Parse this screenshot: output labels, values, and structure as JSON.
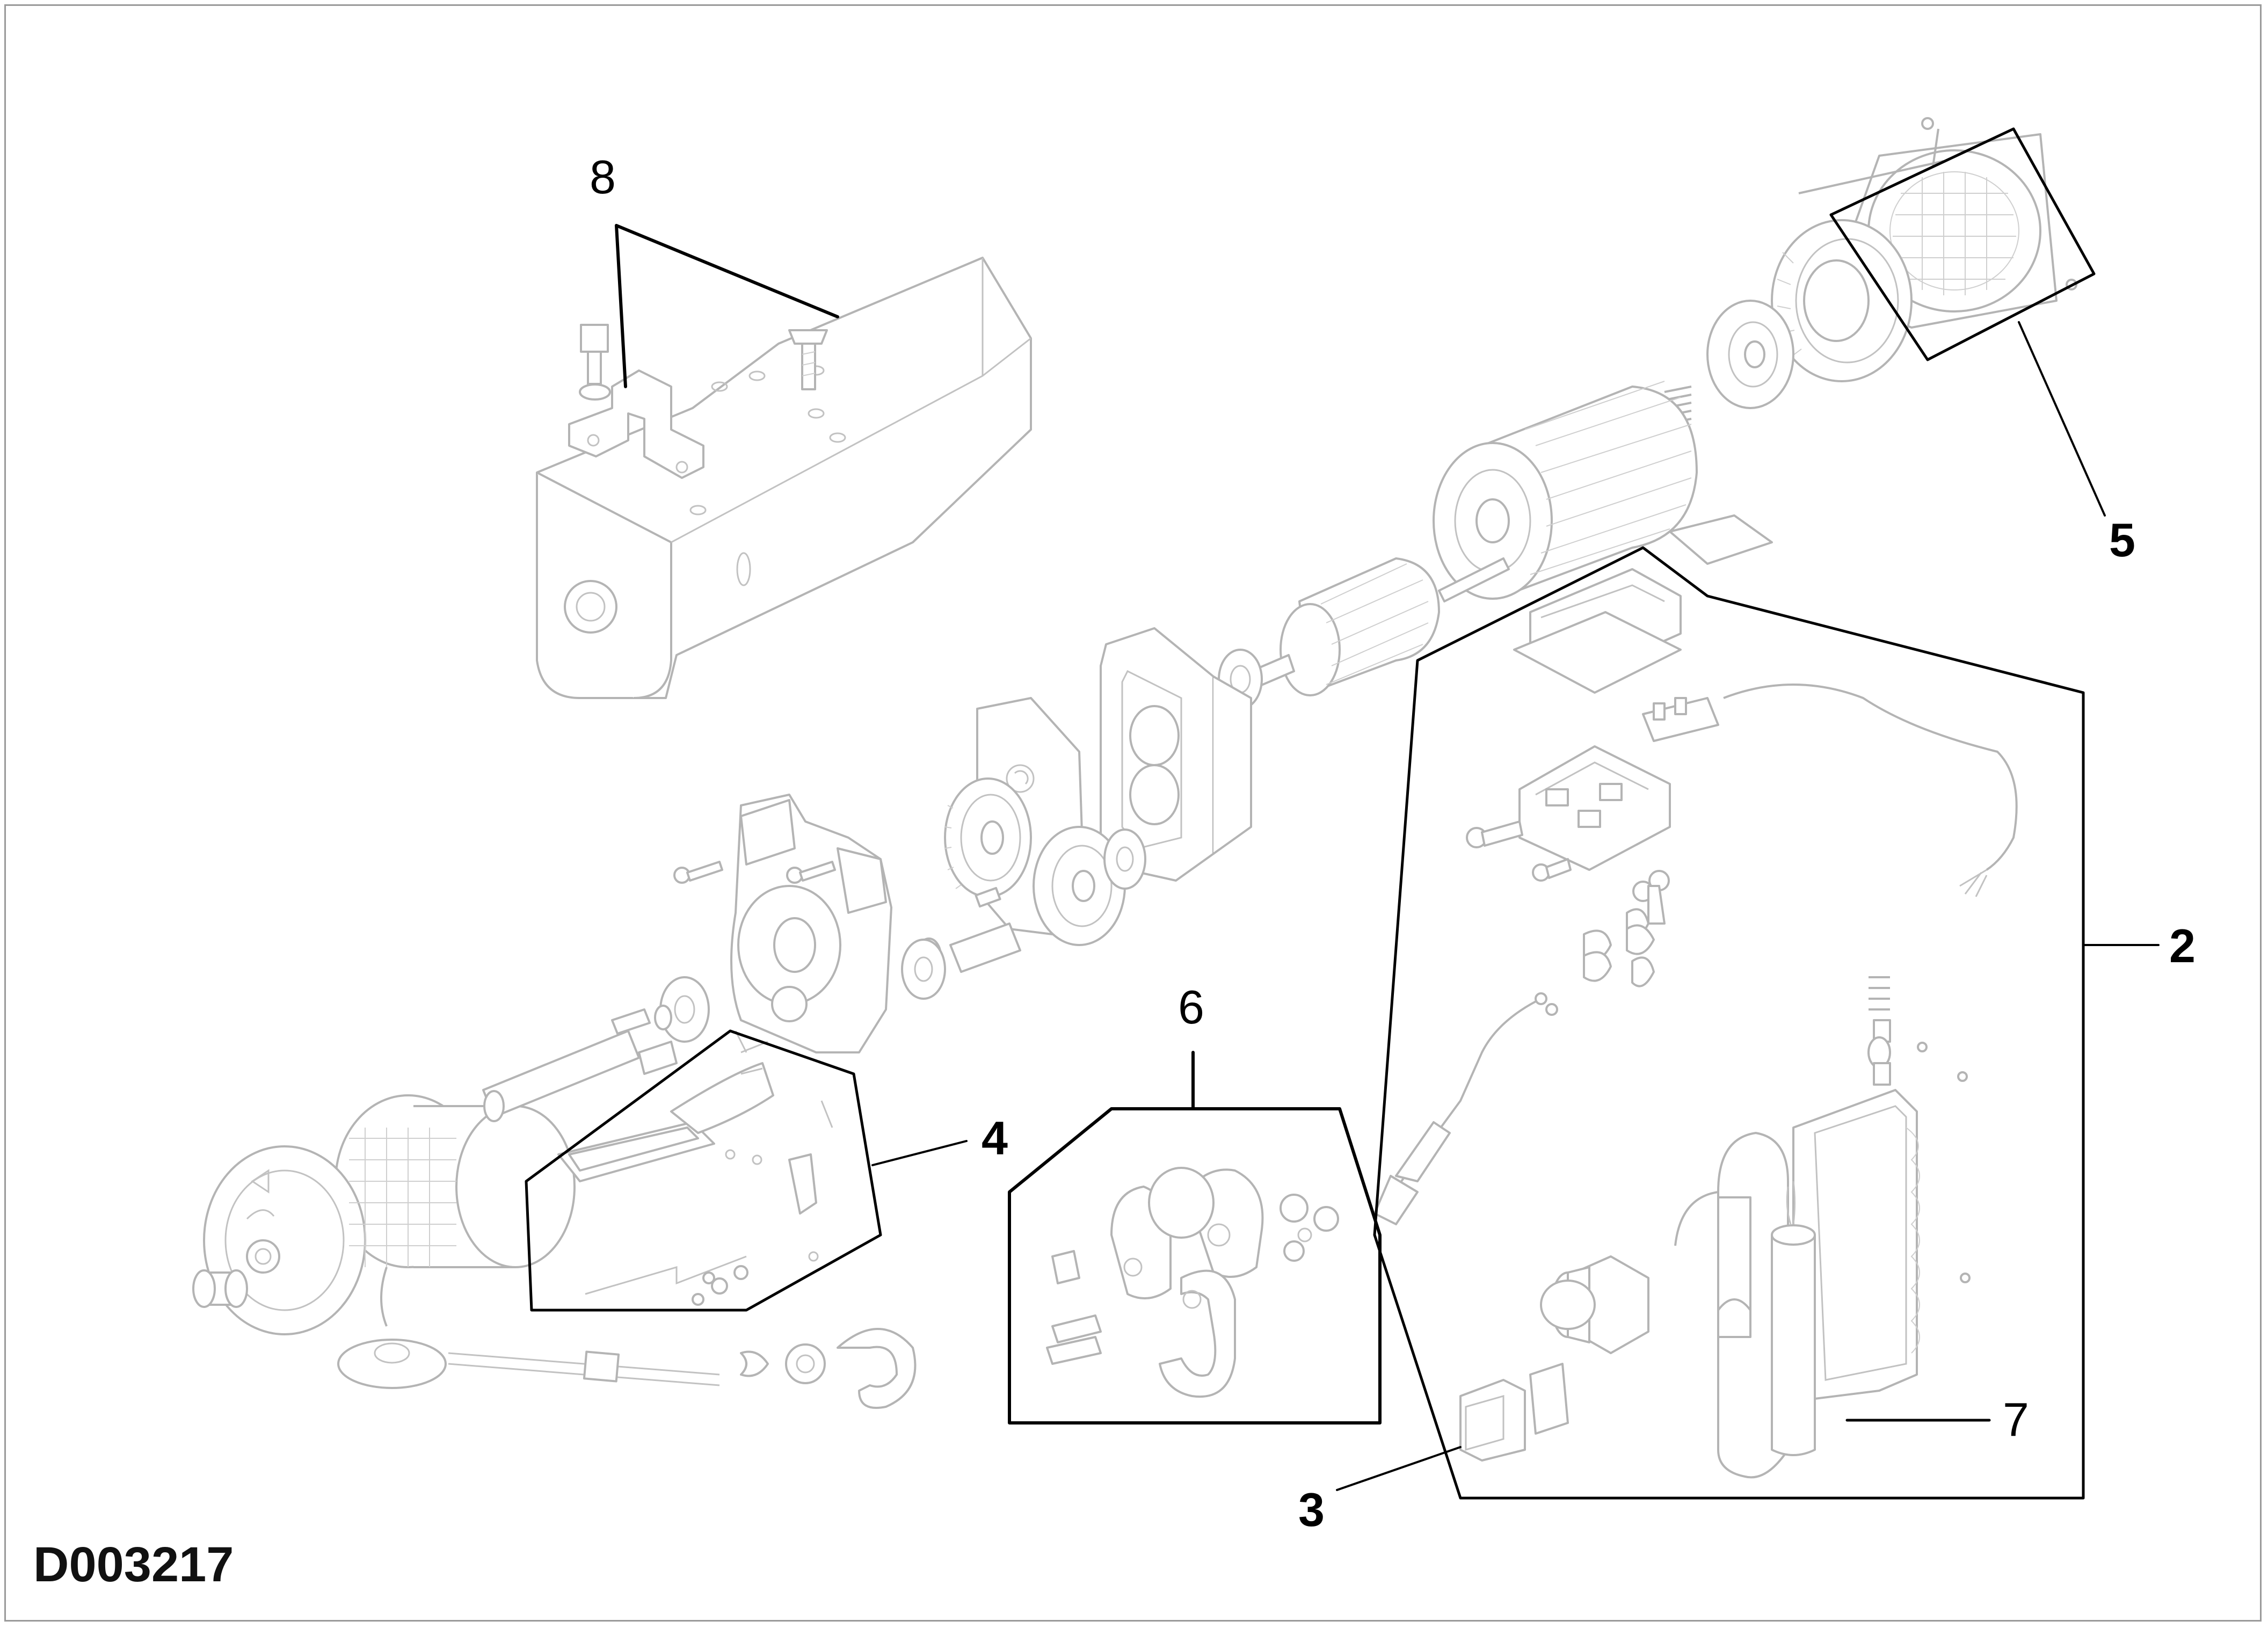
{
  "drawing_id": "D003217",
  "callouts": [
    {
      "key": "8",
      "label": "8"
    },
    {
      "key": "5",
      "label": "5"
    },
    {
      "key": "2",
      "label": "2"
    },
    {
      "key": "6",
      "label": "6"
    },
    {
      "key": "4",
      "label": "4"
    },
    {
      "key": "7",
      "label": "7"
    },
    {
      "key": "3",
      "label": "3"
    }
  ],
  "colors": {
    "line_art": "#b4b4b4",
    "leader_lines": "#000000",
    "frame": "#9a9a9a",
    "background": "#ffffff"
  }
}
